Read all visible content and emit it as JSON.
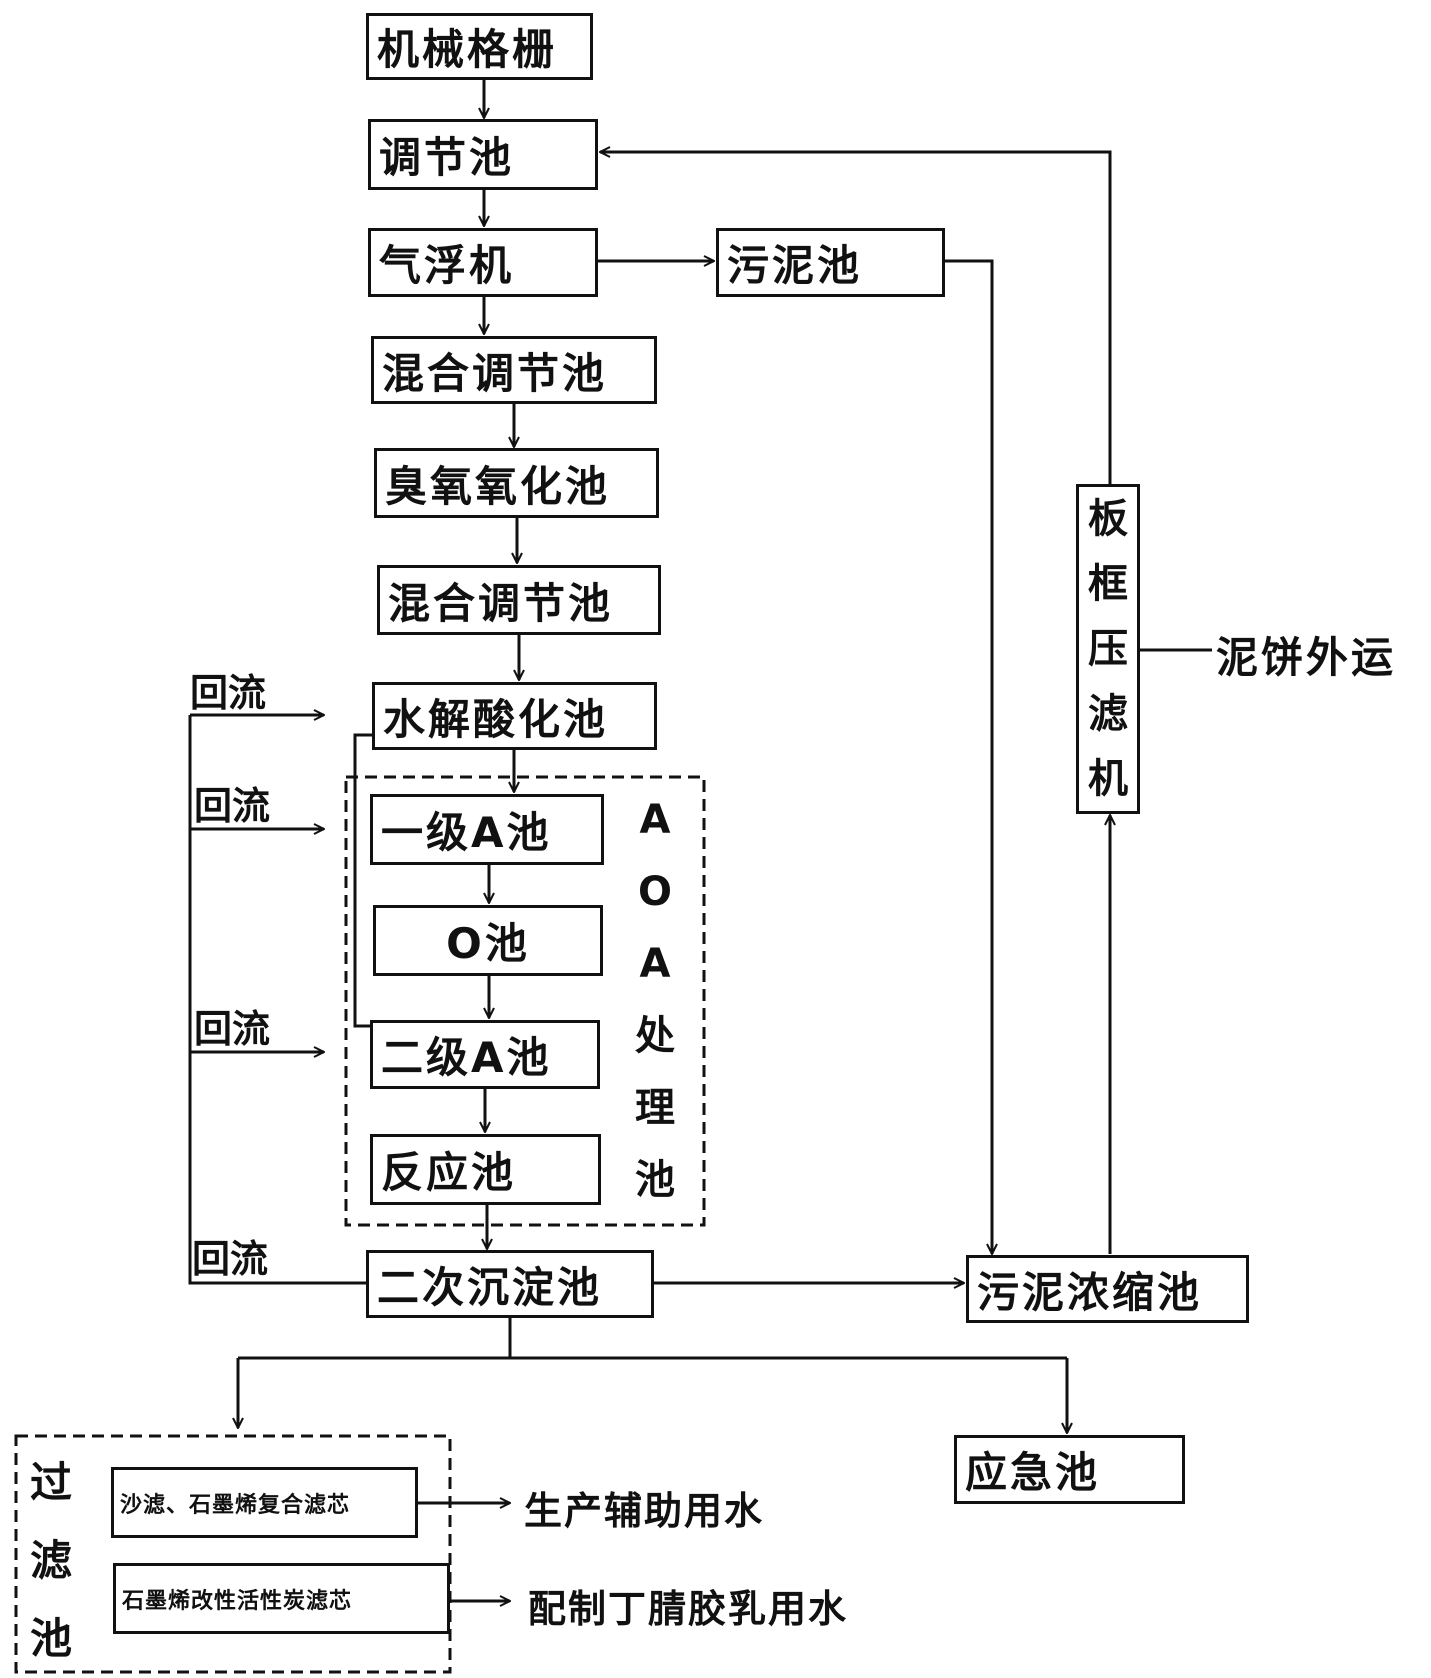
{
  "nodes": {
    "mechanical_grille": "机械格栅",
    "regulating_tank": "调节池",
    "air_flotation": "气浮机",
    "sludge_tank": "污泥池",
    "mixing_tank_1": "混合调节池",
    "ozone_tank": "臭氧氧化池",
    "mixing_tank_2": "混合调节池",
    "hydrolysis_tank": "水解酸化池",
    "a1_tank": "一级A池",
    "o_tank": "O池",
    "a2_tank": "二级A池",
    "reaction_tank": "反应池",
    "secondary_settling": "二次沉淀池",
    "sludge_thickener": "污泥浓缩池",
    "filter_press": [
      "板",
      "框",
      "压",
      "滤",
      "机"
    ],
    "emergency_tank": "应急池",
    "sand_filter": "沙滤、石墨烯复合滤芯",
    "carbon_filter": "石墨烯改性活性炭滤芯"
  },
  "groups": {
    "aoa": [
      "A",
      "O",
      "A",
      "处",
      "理",
      "池"
    ],
    "filter_pool": [
      "过",
      "滤",
      "池"
    ]
  },
  "labels": {
    "reflux_1": "回流",
    "reflux_2": "回流",
    "reflux_3": "回流",
    "reflux_4": "回流",
    "cake_out": "泥饼外运",
    "aux_water": "生产辅助用水",
    "latex_water": "配制丁腈胶乳用水"
  }
}
